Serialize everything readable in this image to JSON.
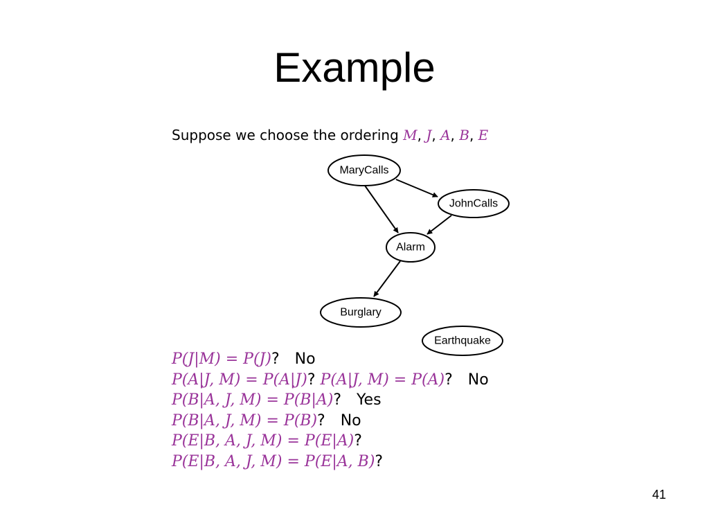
{
  "slide": {
    "title": "Example",
    "page_number": "41"
  },
  "intro": {
    "text": "Suppose we choose the ordering ",
    "ordering": [
      {
        "symbol": "M",
        "sep": ", "
      },
      {
        "symbol": "J",
        "sep": ", "
      },
      {
        "symbol": "A",
        "sep": ", "
      },
      {
        "symbol": "B",
        "sep": ", "
      },
      {
        "symbol": "E",
        "sep": ""
      }
    ]
  },
  "network": {
    "nodes": [
      {
        "id": "marycalls",
        "label": "MaryCalls"
      },
      {
        "id": "johncalls",
        "label": "JohnCalls"
      },
      {
        "id": "alarm",
        "label": "Alarm"
      },
      {
        "id": "burglary",
        "label": "Burglary"
      },
      {
        "id": "earthquake",
        "label": "Earthquake"
      }
    ],
    "edges": [
      {
        "from": "marycalls",
        "to": "johncalls"
      },
      {
        "from": "marycalls",
        "to": "alarm"
      },
      {
        "from": "johncalls",
        "to": "alarm"
      },
      {
        "from": "alarm",
        "to": "burglary"
      }
    ]
  },
  "questions": [
    {
      "parts": [
        {
          "expr": "P(J|M) = P(J)",
          "mark": "?"
        }
      ],
      "answer": "No"
    },
    {
      "parts": [
        {
          "expr": "P(A|J, M) = P(A|J)",
          "mark": "? "
        },
        {
          "expr": "P(A|J, M) = P(A)",
          "mark": "?"
        }
      ],
      "answer": "No"
    },
    {
      "parts": [
        {
          "expr": "P(B|A, J, M) = P(B|A)",
          "mark": "?"
        }
      ],
      "answer": "Yes"
    },
    {
      "parts": [
        {
          "expr": "P(B|A, J, M) = P(B)",
          "mark": "?"
        }
      ],
      "answer": "No"
    },
    {
      "parts": [
        {
          "expr": "P(E|B, A, J, M) = P(E|A)",
          "mark": "?"
        }
      ],
      "answer": ""
    },
    {
      "parts": [
        {
          "expr": "P(E|B, A, J, M) = P(E|A, B)",
          "mark": "?"
        }
      ],
      "answer": ""
    }
  ],
  "colors": {
    "math": "#993399",
    "text": "#000000",
    "background": "#ffffff"
  }
}
